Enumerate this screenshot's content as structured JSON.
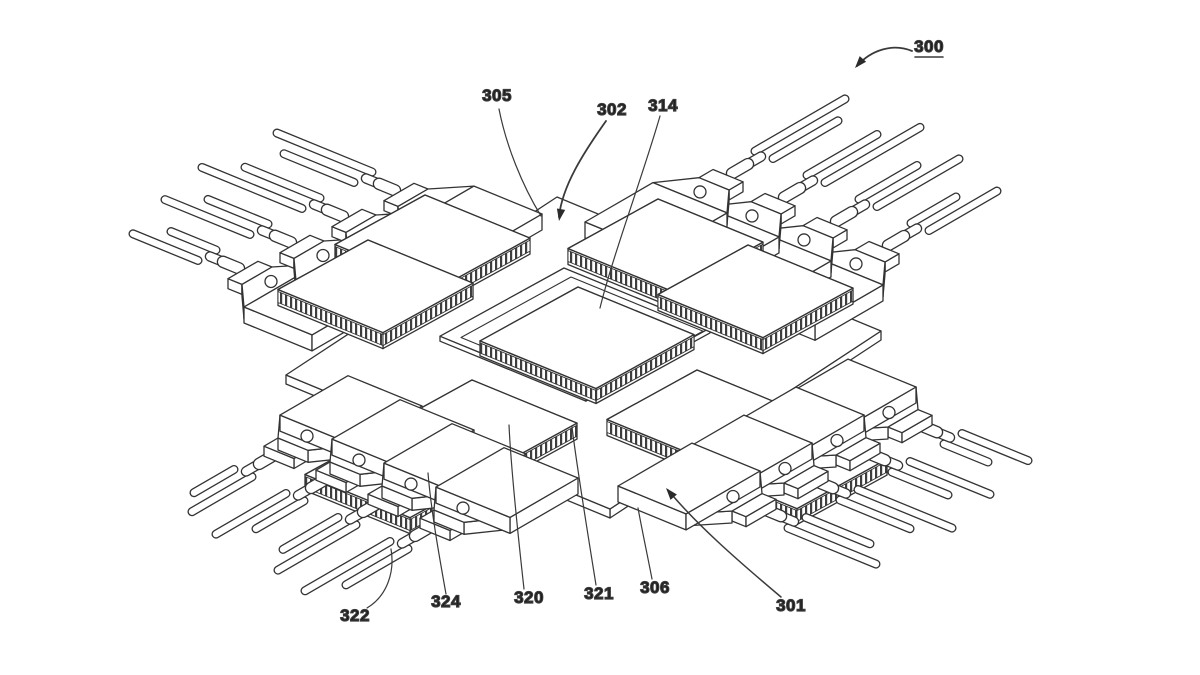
{
  "figure": {
    "kind": "patent-line-drawing",
    "description": "Isometric patent drawing of a chip package assembly: central chip on a square substrate surrounded by eight peripheral chips and four corner groups of tapered connector modules with ferruled cables",
    "background_color": "#ffffff",
    "line_color": "#333333",
    "labels": [
      {
        "id": "300",
        "underlined": true
      },
      {
        "id": "305"
      },
      {
        "id": "302"
      },
      {
        "id": "314"
      },
      {
        "id": "322"
      },
      {
        "id": "324"
      },
      {
        "id": "320"
      },
      {
        "id": "321"
      },
      {
        "id": "306"
      },
      {
        "id": "301"
      }
    ]
  }
}
